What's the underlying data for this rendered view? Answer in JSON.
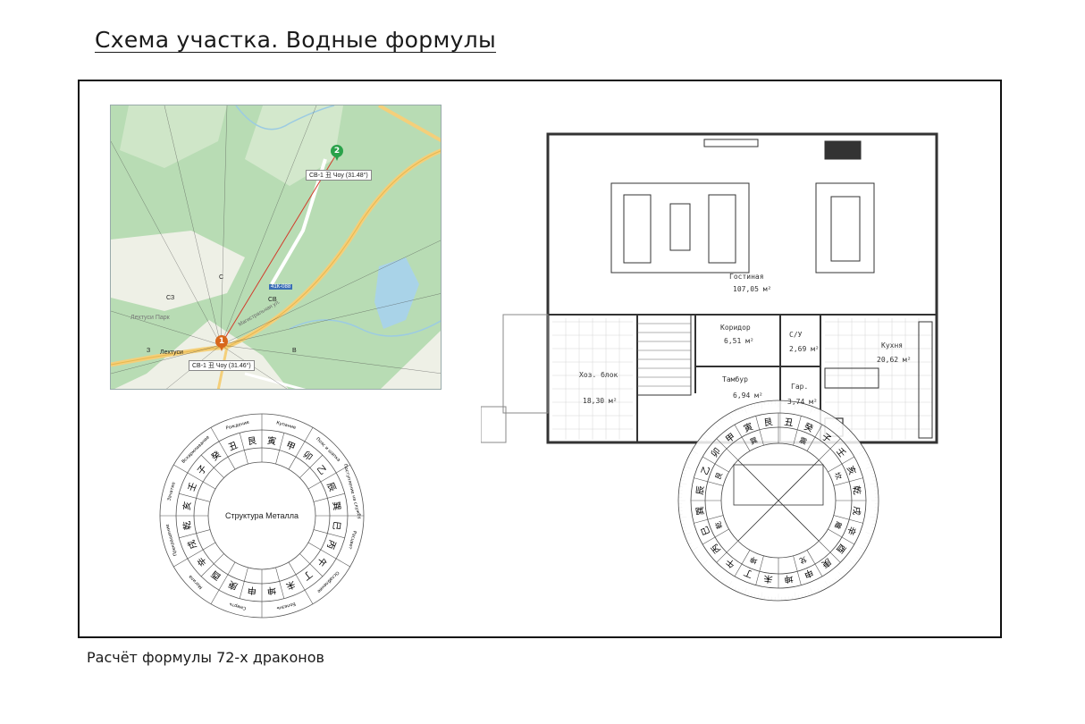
{
  "page": {
    "title": "Схема участка. Водные формулы",
    "caption": "Расчёт формулы 72-х драконов"
  },
  "map": {
    "marker1": "1",
    "marker2": "2",
    "label1": "СВ-1 丑 Чоу (31.46°)",
    "label2": "СВ-1 丑 Чоу (31.48°)",
    "directions": {
      "n": "С",
      "nw": "СЗ",
      "ne": "СВ",
      "w": "З",
      "e": "В"
    },
    "place_lakhta": "Лехтуси",
    "place_park": "Лехтуси Парк",
    "road_badge": "41К-088",
    "road_name": "Магистральная ул.",
    "colors": {
      "forest": "#b8dcb4",
      "field": "#eef0e6",
      "road": "#f4cf7a",
      "water": "#a9d3e8"
    }
  },
  "ring_left": {
    "center_text": "Структура Металла",
    "outer_labels": [
      "Купание",
      "Пояс и шапка",
      "Поступление на службу",
      "Расцвет",
      "Ослабление",
      "Болезнь",
      "Смерть",
      "Могила",
      "Прекращение",
      "Зачатие",
      "Вскармливание",
      "Рождение"
    ],
    "hieroglyphs": [
      "寅",
      "甲",
      "卯",
      "乙",
      "辰",
      "巽",
      "巳",
      "丙",
      "午",
      "丁",
      "未",
      "坤",
      "申",
      "庚",
      "酉",
      "辛",
      "戌",
      "乾",
      "亥",
      "壬",
      "子",
      "癸",
      "丑",
      "艮"
    ]
  },
  "ring_right": {
    "hieroglyphs": [
      "丑",
      "癸",
      "子",
      "壬",
      "亥",
      "乾",
      "戌",
      "辛",
      "酉",
      "庚",
      "申",
      "坤",
      "未",
      "丁",
      "午",
      "丙",
      "巳",
      "巽",
      "辰",
      "乙",
      "卯",
      "甲",
      "寅",
      "艮"
    ],
    "trigrams_text": [
      "震",
      "坎",
      "離",
      "兌",
      "坤",
      "乾",
      "艮",
      "巽"
    ]
  },
  "plan": {
    "rooms": [
      {
        "name": "Гостиная",
        "area": "107,05 м²"
      },
      {
        "name": "Коридор",
        "area": "6,51 м²"
      },
      {
        "name": "С/У",
        "area": "2,69 м²"
      },
      {
        "name": "Кухня",
        "area": "20,62 м²"
      },
      {
        "name": "Хоз. блок",
        "area": "18,30 м²"
      },
      {
        "name": "Тамбур",
        "area": "6,94 м²"
      },
      {
        "name": "Гар.",
        "area": "3,74 м²"
      }
    ]
  }
}
